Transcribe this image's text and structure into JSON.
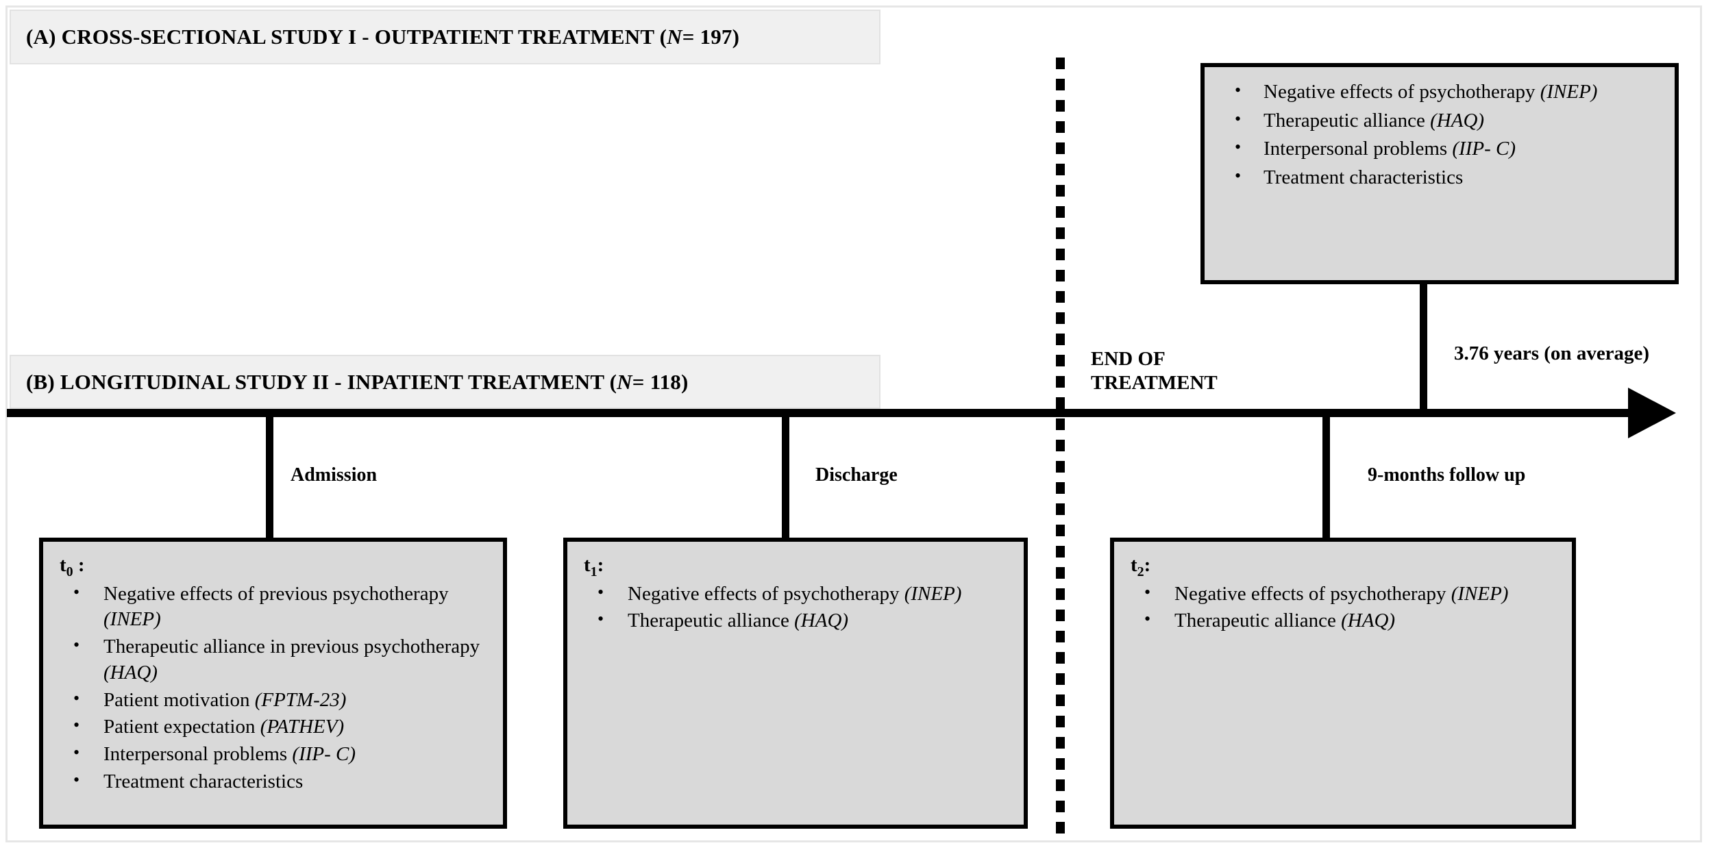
{
  "diagram": {
    "title_a": "(A) CROSS-SECTIONAL STUDY I - OUTPATIENT TREATMENT (N = 197)",
    "title_b": "(B) LONGITUDINAL STUDY II - INPATIENT TREATMENT (N = 118)",
    "header_a": {
      "prefix": "(A) CROSS-SECTIONAL STUDY I - OUTPATIENT TREATMENT (",
      "italic": "N",
      "suffix": " = 197)"
    },
    "header_b": {
      "prefix": "(B) LONGITUDINAL STUDY II - INPATIENT TREATMENT (",
      "italic": "N",
      "suffix": " = 118)"
    },
    "timeline": {
      "end_of_treatment_line1": "END OF",
      "end_of_treatment_line2": "TREATMENT",
      "duration_label": "3.76 years (on average)",
      "ticks": [
        {
          "label": "Admission"
        },
        {
          "label": "Discharge"
        },
        {
          "label": "9-months follow up"
        }
      ]
    },
    "box_study1": {
      "items": [
        {
          "text": "Negative effects of psychotherapy ",
          "instrument": "(INEP)"
        },
        {
          "text": "Therapeutic alliance ",
          "instrument": "(HAQ)"
        },
        {
          "text": "Interpersonal problems ",
          "instrument": "(IIP- C)"
        },
        {
          "text": "Treatment characteristics",
          "instrument": ""
        }
      ]
    },
    "box_t0": {
      "timepoint": "t",
      "subscript": "0",
      "colon": " :",
      "items": [
        {
          "text": "Negative effects of previous psychotherapy ",
          "instrument": "(INEP)"
        },
        {
          "text": "Therapeutic alliance in previous psychotherapy ",
          "instrument": "(HAQ)"
        },
        {
          "text": "Patient motivation ",
          "instrument": "(FPTM-23)"
        },
        {
          "text": "Patient expectation ",
          "instrument": "(PATHEV)"
        },
        {
          "text": "Interpersonal problems ",
          "instrument": "(IIP- C)"
        },
        {
          "text": "Treatment characteristics",
          "instrument": ""
        }
      ]
    },
    "box_t1": {
      "timepoint": "t",
      "subscript": "1",
      "colon": ":",
      "items": [
        {
          "text": "Negative effects of  psychotherapy ",
          "instrument": "(INEP)"
        },
        {
          "text": "Therapeutic alliance ",
          "instrument": "(HAQ)"
        }
      ]
    },
    "box_t2": {
      "timepoint": "t",
      "subscript": "2",
      "colon": ":",
      "items": [
        {
          "text": "Negative effects of psychotherapy ",
          "instrument": "(INEP)"
        },
        {
          "text": "Therapeutic alliance ",
          "instrument": "(HAQ)"
        }
      ]
    },
    "colors": {
      "box_fill": "#d9d9d9",
      "header_fill": "#f0f0f0",
      "line": "#000000",
      "page": "#ffffff"
    }
  }
}
